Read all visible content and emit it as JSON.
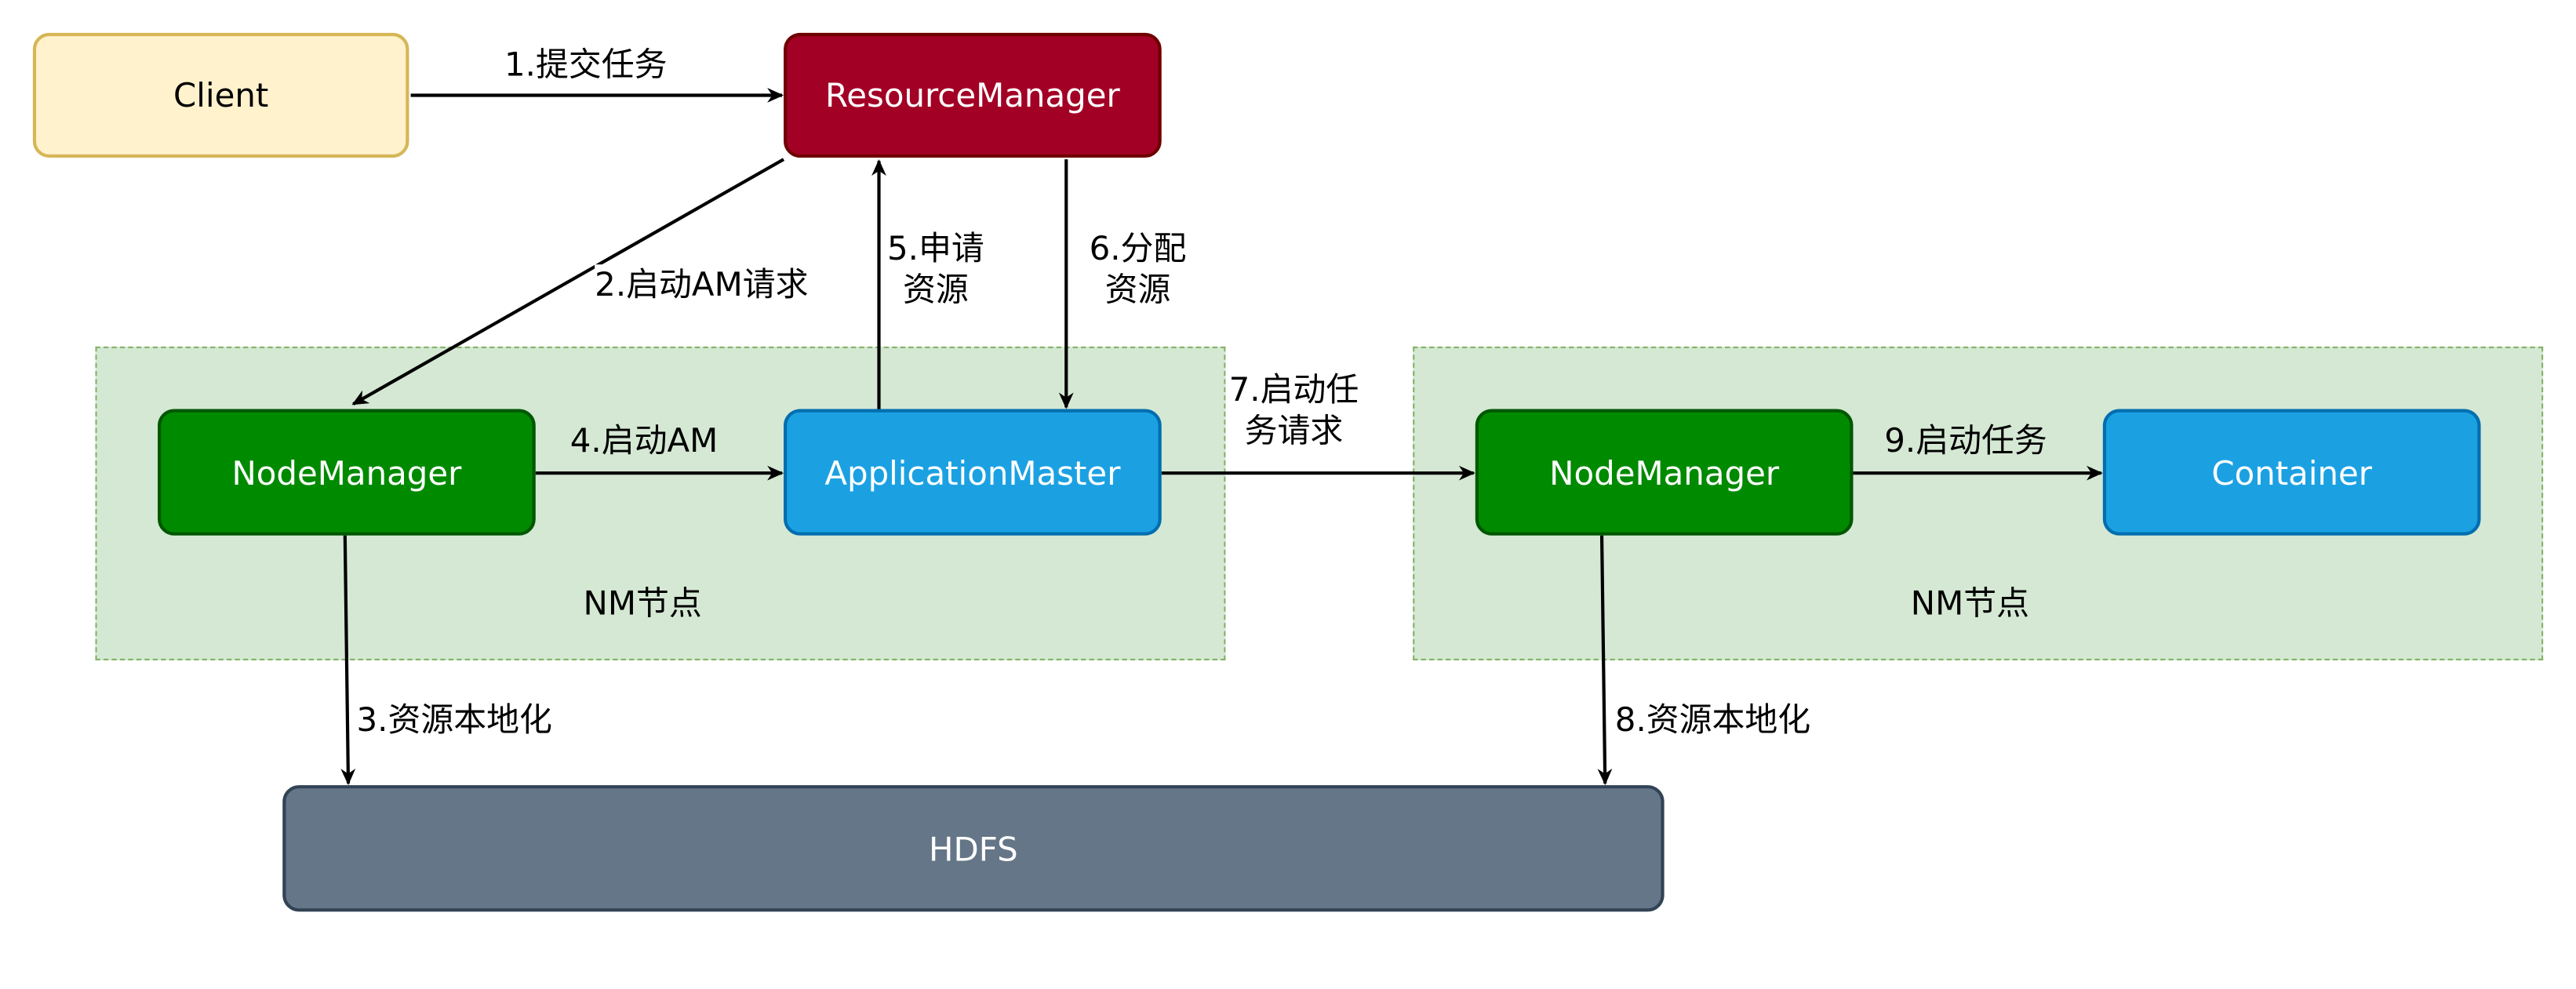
{
  "colors": {
    "client_fill": "#fff2cc",
    "client_stroke": "#d6b656",
    "rm_fill": "#a20025",
    "rm_stroke": "#6f0000",
    "nm_fill": "#008a00",
    "nm_stroke": "#005700",
    "am_fill": "#1ba1e2",
    "am_stroke": "#006eaf",
    "hdfs_fill": "#647687",
    "hdfs_stroke": "#314354",
    "region_fill": "#d5e8d4",
    "region_stroke": "#82b366",
    "edge": "#000000"
  },
  "nodes": {
    "client": "Client",
    "resource_manager": "ResourceManager",
    "node_manager_left": "NodeManager",
    "application_master": "ApplicationMaster",
    "node_manager_right": "NodeManager",
    "container": "Container",
    "hdfs": "HDFS"
  },
  "regions": {
    "left": "NM节点",
    "right": "NM节点"
  },
  "edges": {
    "e1": {
      "line1": "1.提交任务"
    },
    "e2": {
      "line1": "2.启动AM请求"
    },
    "e3": {
      "line1": "3.资源本地化"
    },
    "e4": {
      "line1": "4.启动AM"
    },
    "e5": {
      "line1": "5.申请",
      "line2": "资源"
    },
    "e6": {
      "line1": "6.分配",
      "line2": "资源"
    },
    "e7": {
      "line1": "7.启动任",
      "line2": "务请求"
    },
    "e8": {
      "line1": "8.资源本地化"
    },
    "e9": {
      "line1": "9.启动任务"
    }
  }
}
